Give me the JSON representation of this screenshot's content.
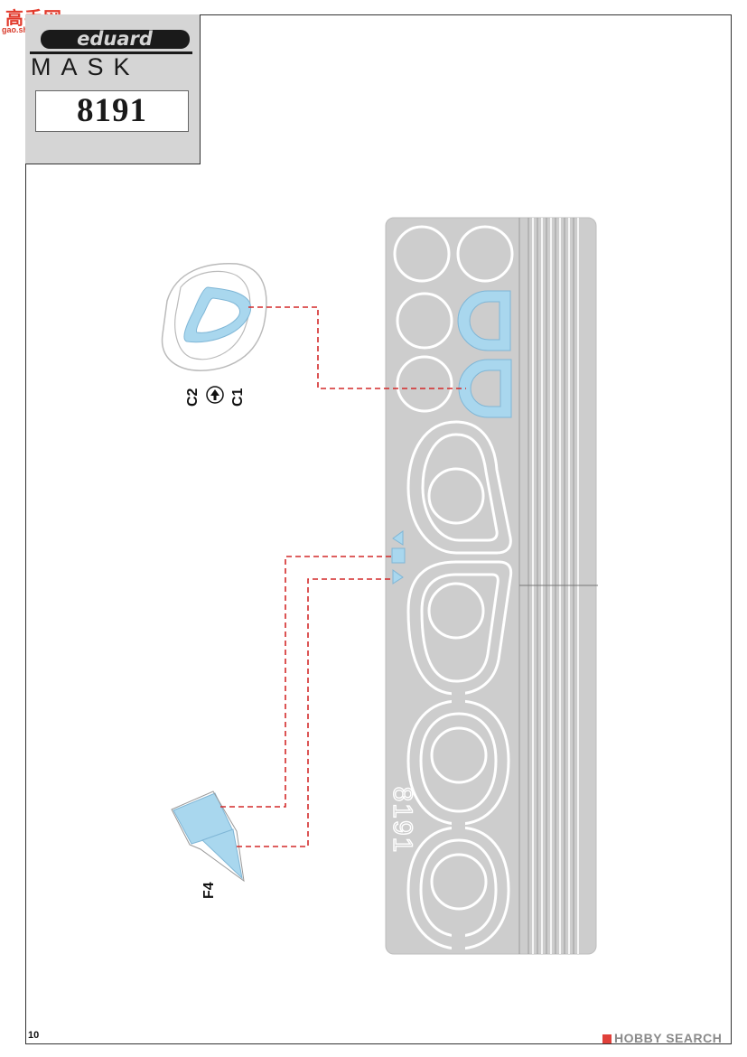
{
  "watermark_top": {
    "title": "高手网",
    "url": "gao.shou.com"
  },
  "logo": {
    "brand": "eduard",
    "product": "MASK",
    "number": "8191"
  },
  "callouts": {
    "c": {
      "left": "C2",
      "right": "C1"
    },
    "f": {
      "label": "F4"
    }
  },
  "sheet": {
    "engraved_number": "8191"
  },
  "page_number": "10",
  "watermark_bottom": {
    "text": "HOBBY SEARCH"
  },
  "colors": {
    "mask_blue": "#a9d7ee",
    "mask_blue_stroke": "#7fb6d6",
    "sheet_gray": "#cdcdcd",
    "leader_red": "#d42a2a"
  }
}
